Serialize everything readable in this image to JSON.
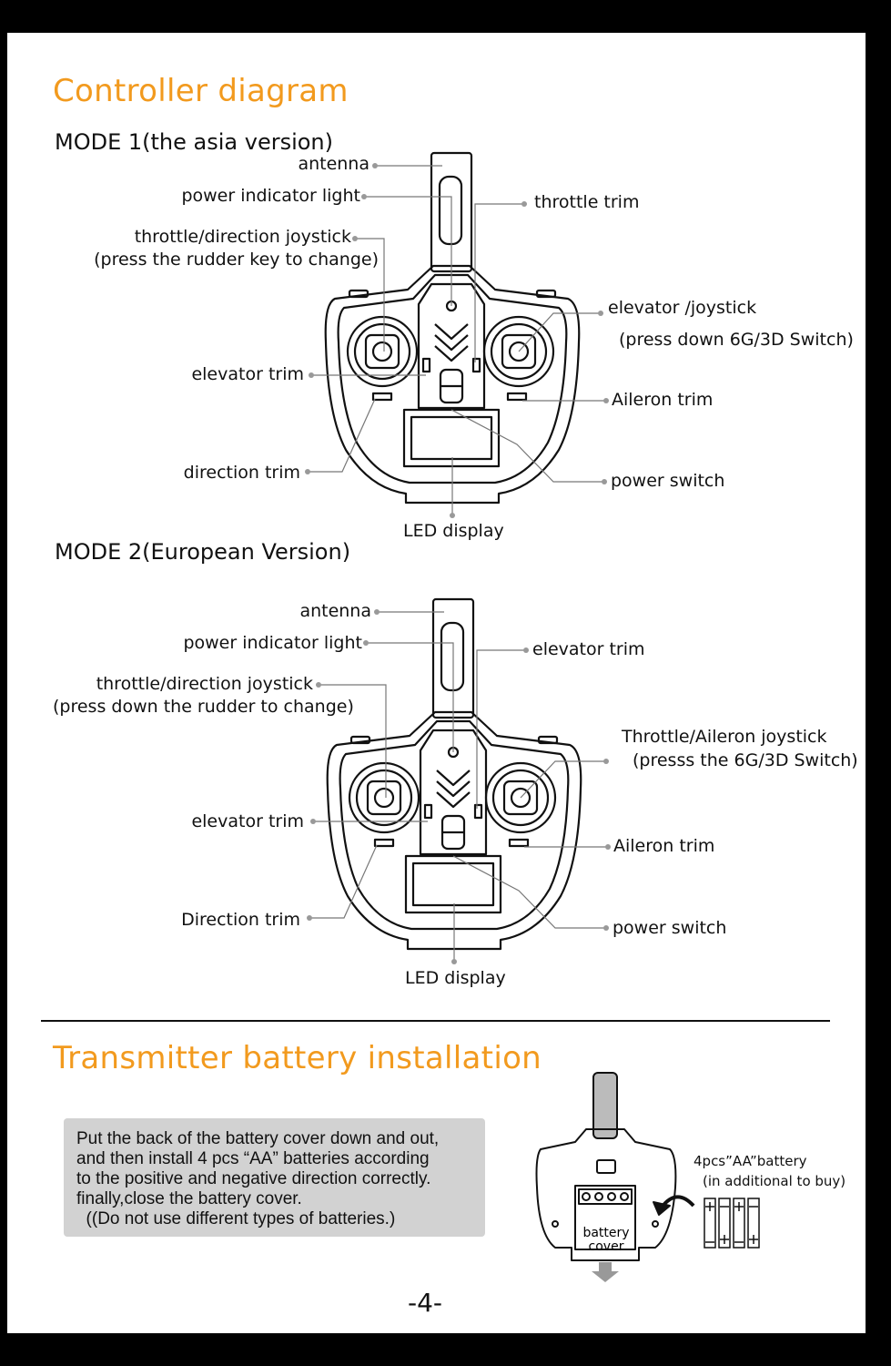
{
  "title": "Controller diagram",
  "mode1": {
    "heading": "MODE 1(the asia version)",
    "labels": {
      "antenna": "antenna",
      "power_indicator": "power indicator  light",
      "joystick_left_1": "throttle/direction joystick",
      "joystick_left_2": "(press the rudder key to change)",
      "throttle_trim": "throttle trim",
      "joystick_right_1": "elevator /joystick",
      "joystick_right_2": "(press down 6G/3D Switch)",
      "elevator_trim": "elevator trim",
      "aileron_trim": "Aileron trim",
      "direction_trim": "direction trim",
      "power_switch": "power switch",
      "led_display": "LED display"
    }
  },
  "mode2": {
    "heading": "MODE 2(European Version)",
    "labels": {
      "antenna": "antenna",
      "power_indicator": "power indicator light",
      "joystick_left_1": "throttle/direction joystick",
      "joystick_left_2": "(press down the rudder to change)",
      "elevator_trim_top": "elevator trim",
      "joystick_right_1": "Throttle/Aileron joystick",
      "joystick_right_2": "(presss the 6G/3D Switch)",
      "elevator_trim": "elevator trim",
      "aileron_trim": "Aileron trim",
      "direction_trim": "Direction trim",
      "power_switch": "power switch",
      "led_display": "LED display"
    }
  },
  "battery_section": {
    "heading": "Transmitter battery installation",
    "instructions": [
      "Put the back of the battery cover down and out,",
      "and then install 4 pcs “AA” batteries according",
      "to the positive and negative direction correctly.",
      "finally,close the battery cover.",
      "  ((Do not use different types of batteries.)"
    ],
    "battery_label_1": "4pcs”AA”battery",
    "battery_label_2": "(in additional to buy)",
    "cover_label_1": "battery",
    "cover_label_2": "cover"
  },
  "page_number": "-4-"
}
